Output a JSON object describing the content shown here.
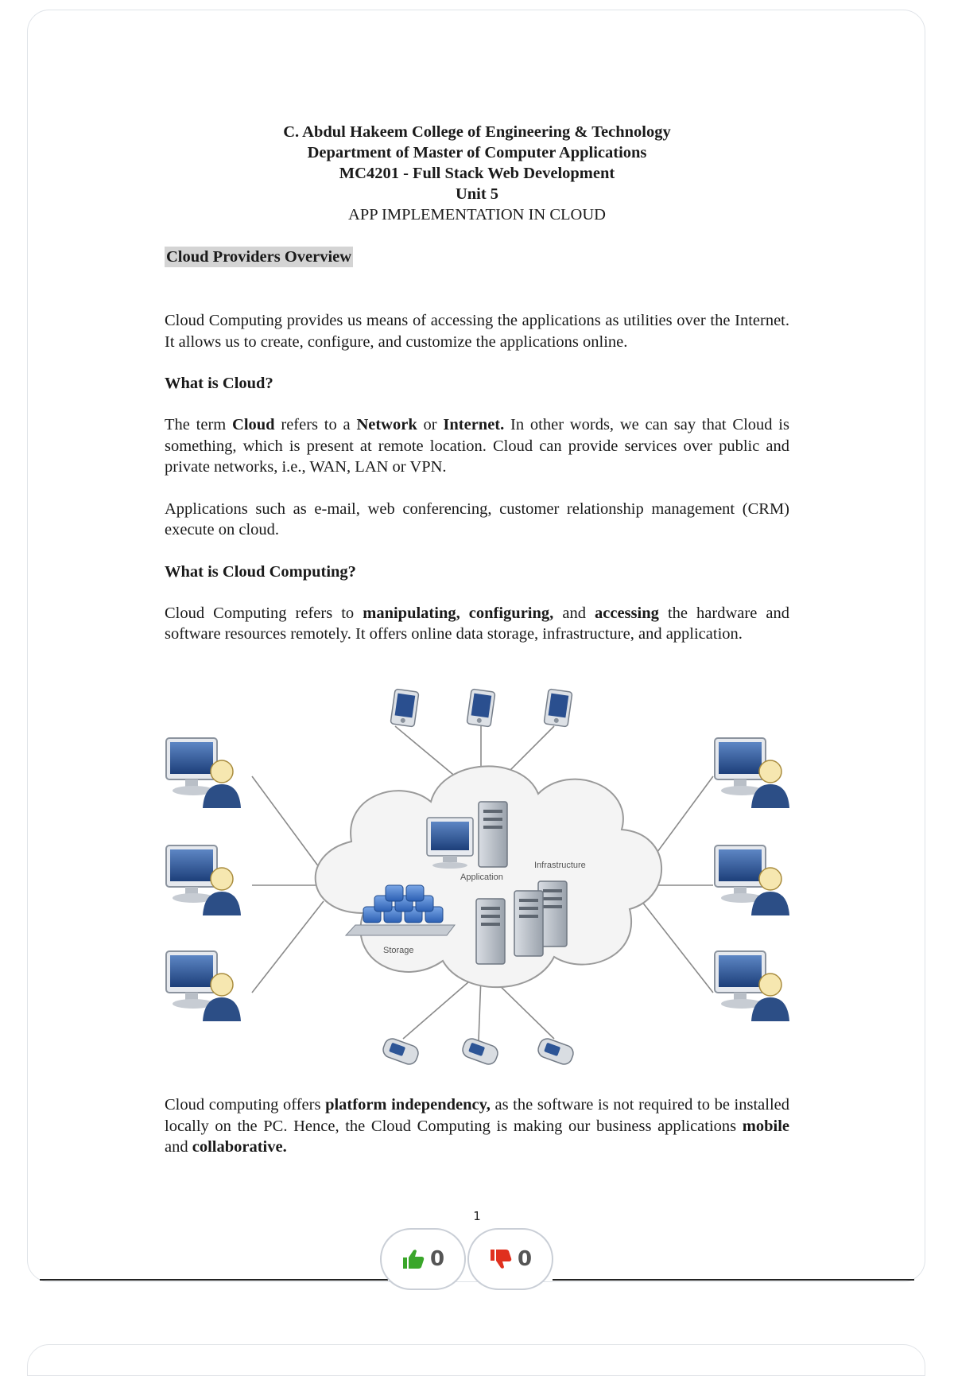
{
  "header": {
    "college": "C. Abdul Hakeem College of Engineering & Technology",
    "department": "Department of Master of Computer Applications",
    "course": "MC4201 - Full Stack Web Development",
    "unit": "Unit 5",
    "topic": "APP IMPLEMENTATION IN CLOUD"
  },
  "section_title": "Cloud Providers Overview",
  "intro": "Cloud Computing provides us means of accessing the applications as utilities over the Internet. It allows us to create, configure, and customize the applications online.",
  "what_is_cloud": {
    "heading": "What is Cloud?",
    "p1": {
      "t1": "The term ",
      "b1": "Cloud",
      "t2": " refers to a ",
      "b2": "Network",
      "t3": " or ",
      "b3": "Internet.",
      "t4": " In other words, we can say that Cloud is something, which is present at remote location. Cloud can provide services over public and private networks, i.e., WAN, LAN or VPN."
    },
    "p2": "Applications such as e-mail, web conferencing, customer relationship management (CRM) execute on cloud."
  },
  "what_is_cloud_computing": {
    "heading": "What is Cloud Computing?",
    "p1": {
      "t1": "Cloud Computing refers to ",
      "b1": "manipulating, configuring,",
      "t2": " and ",
      "b2": "accessing",
      "t3": " the hardware and software resources remotely. It offers online data storage, infrastructure, and application."
    }
  },
  "diagram": {
    "application_label": "Application",
    "infrastructure_label": "Infrastructure",
    "storage_label": "Storage"
  },
  "closing": {
    "t1": "Cloud computing offers ",
    "b1": "platform independency,",
    "t2": " as the software is not required to be installed locally on the PC. Hence, the Cloud Computing is making our business applications ",
    "b2": "mobile",
    "t3": " and ",
    "b3": "collaborative."
  },
  "page_number": "1",
  "votes": {
    "likes": "0",
    "dislikes": "0"
  },
  "colors": {
    "like": "#3aa62a",
    "dislike": "#e0301e",
    "highlight": "#d4d4d4"
  },
  "icons": {
    "like": "thumbs-up-icon",
    "dislike": "thumbs-down-icon"
  }
}
